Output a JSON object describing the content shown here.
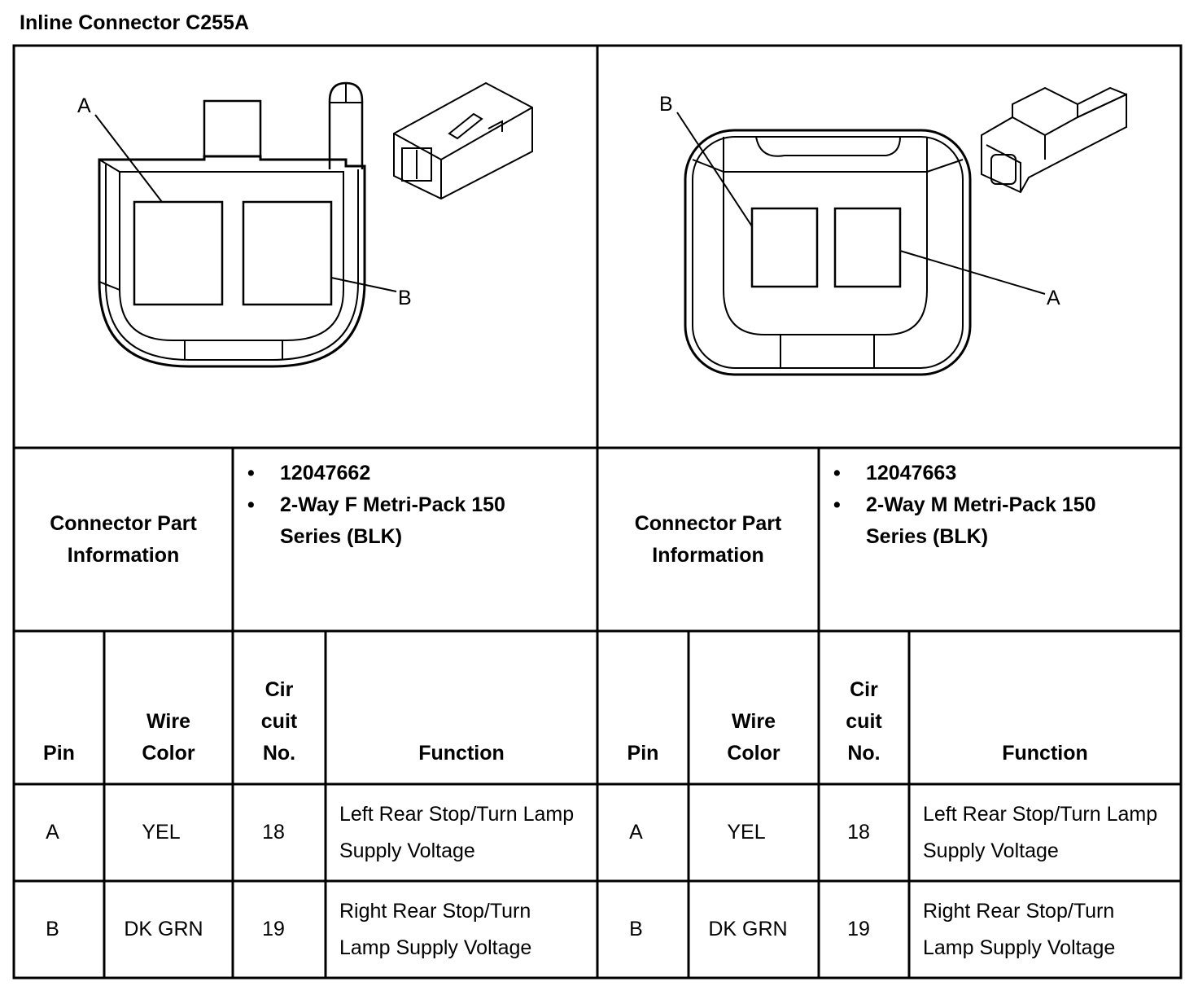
{
  "title": "Inline Connector C255A",
  "connectors": [
    {
      "diagram": {
        "pin_labels": [
          "A",
          "B"
        ]
      },
      "part_info_label": "Connector Part Information",
      "part_info": [
        "12047662",
        "2-Way F Metri-Pack 150 Series (BLK)"
      ],
      "headers": {
        "pin": "Pin",
        "wire_color": "Wire Color",
        "circuit": "Cir cuit No.",
        "function": "Function"
      },
      "rows": [
        {
          "pin": "A",
          "wire_color": "YEL",
          "circuit": "18",
          "function": "Left Rear Stop/Turn Lamp Supply Voltage"
        },
        {
          "pin": "B",
          "wire_color": "DK GRN",
          "circuit": "19",
          "function": "Right Rear Stop/Turn Lamp Supply Voltage"
        }
      ]
    },
    {
      "diagram": {
        "pin_labels": [
          "B",
          "A"
        ]
      },
      "part_info_label": "Connector Part Information",
      "part_info": [
        "12047663",
        "2-Way M Metri-Pack 150 Series (BLK)"
      ],
      "headers": {
        "pin": "Pin",
        "wire_color": "Wire Color",
        "circuit": "Cir cuit No.",
        "function": "Function"
      },
      "rows": [
        {
          "pin": "A",
          "wire_color": "YEL",
          "circuit": "18",
          "function": "Left Rear Stop/Turn Lamp Supply Voltage"
        },
        {
          "pin": "B",
          "wire_color": "DK GRN",
          "circuit": "19",
          "function": "Right Rear Stop/Turn Lamp Supply Voltage"
        }
      ]
    }
  ]
}
